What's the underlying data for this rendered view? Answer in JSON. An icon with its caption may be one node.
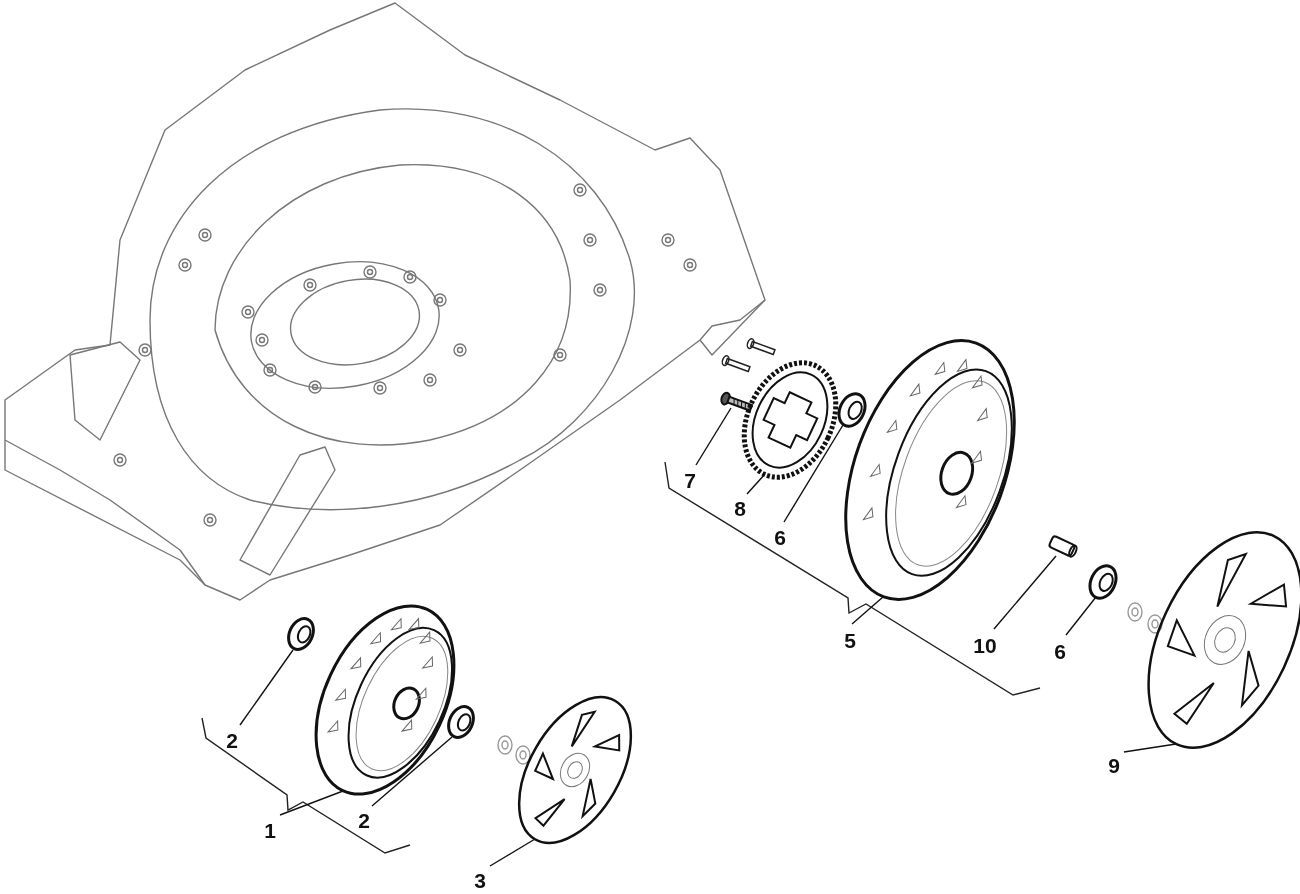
{
  "diagram": {
    "nodes": [
      {
        "text": [
          "7"
        ]
      },
      {
        "text": [
          "8"
        ]
      },
      {
        "text": [
          "6"
        ]
      },
      {
        "text": [
          "5"
        ]
      },
      {
        "text": [
          "10"
        ]
      },
      {
        "text": [
          "6"
        ]
      },
      {
        "text": [
          "9"
        ]
      },
      {
        "text": [
          "2"
        ]
      },
      {
        "text": [
          "1"
        ]
      },
      {
        "text": [
          "2"
        ]
      },
      {
        "text": [
          "3"
        ]
      },
      {
        "text": [],
        "shape": "picture"
      },
      {
        "text": [],
        "shape": "picture"
      },
      {
        "text": [],
        "shape": "picture"
      },
      {
        "text": [],
        "shape": "picture"
      },
      {
        "text": [],
        "shape": "picture"
      },
      {
        "text": [],
        "shape": "picture"
      },
      {
        "text": [],
        "shape": "picture"
      },
      {
        "text": [],
        "shape": "picture"
      },
      {
        "text": [],
        "shape": "picture"
      },
      {
        "text": [],
        "shape": "picture"
      },
      {
        "text": [],
        "shape": "picture"
      }
    ],
    "edges": [
      {
        "from": 0,
        "to": 11,
        "arrow": "none"
      },
      {
        "from": 1,
        "to": 12,
        "arrow": "none"
      },
      {
        "from": 2,
        "to": 13,
        "arrow": "none"
      },
      {
        "from": 3,
        "to": 14,
        "arrow": "none"
      },
      {
        "from": 4,
        "to": 15,
        "arrow": "none"
      },
      {
        "from": 5,
        "to": 16,
        "arrow": "none"
      },
      {
        "from": 6,
        "to": 17,
        "arrow": "none"
      },
      {
        "from": 7,
        "to": 18,
        "arrow": "none"
      },
      {
        "from": 8,
        "to": 19,
        "arrow": "none"
      },
      {
        "from": 9,
        "to": 20,
        "arrow": "none"
      },
      {
        "from": 10,
        "to": 21,
        "arrow": "none"
      }
    ]
  }
}
